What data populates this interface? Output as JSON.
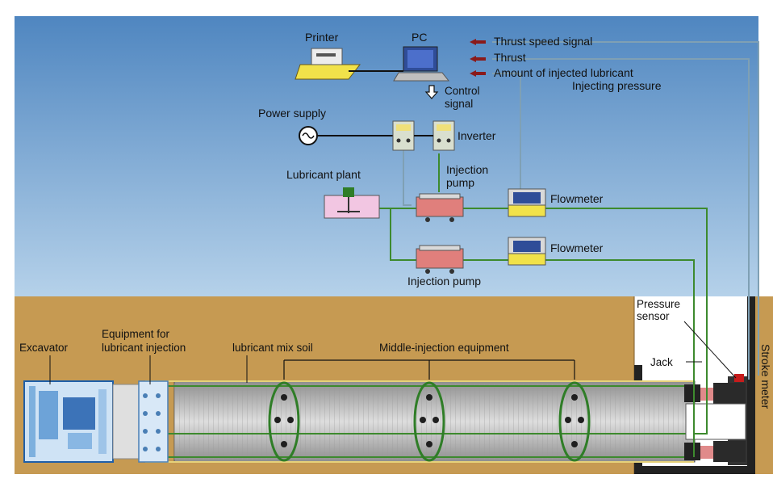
{
  "colors": {
    "sky_top": "#4f86c0",
    "sky_bottom": "#b6d2ea",
    "soil": "#c69a52",
    "pipe_line": "#3d8a2e",
    "signal_line": "#7fa0b4",
    "arrow": "#8a1a1a",
    "pump": "#e07f7c",
    "flowmeter_yellow": "#f1e24a",
    "flowmeter_screen": "#2f4d98"
  },
  "labels": {
    "printer": "Printer",
    "pc": "PC",
    "signals": [
      "Thrust speed signal",
      "Thrust",
      "Amount of injected lubricant",
      "Injecting pressure"
    ],
    "control_signal": [
      "Control",
      "signal"
    ],
    "power_supply": "Power supply",
    "inverter": "Inverter",
    "lubricant_plant": "Lubricant plant",
    "injection_pump_top": [
      "Injection",
      "pump"
    ],
    "injection_pump_bottom": "Injection pump",
    "flowmeter_1": "Flowmeter",
    "flowmeter_2": "Flowmeter",
    "pressure_sensor": [
      "Pressure",
      "sensor"
    ],
    "excavator": "Excavator",
    "equipment_for_injection": [
      "Equipment for",
      "lubricant injection"
    ],
    "lubricant_mix_soil": "lubricant mix soil",
    "middle_injection": "Middle-injection equipment",
    "jack": "Jack",
    "stroke_meter": "Stroke meter"
  },
  "icons": [
    "printer-icon",
    "pc-icon",
    "power-supply-icon",
    "inverter-icon",
    "lubricant-plant-icon",
    "injection-pump-icon",
    "flowmeter-icon",
    "arrow-icon"
  ]
}
